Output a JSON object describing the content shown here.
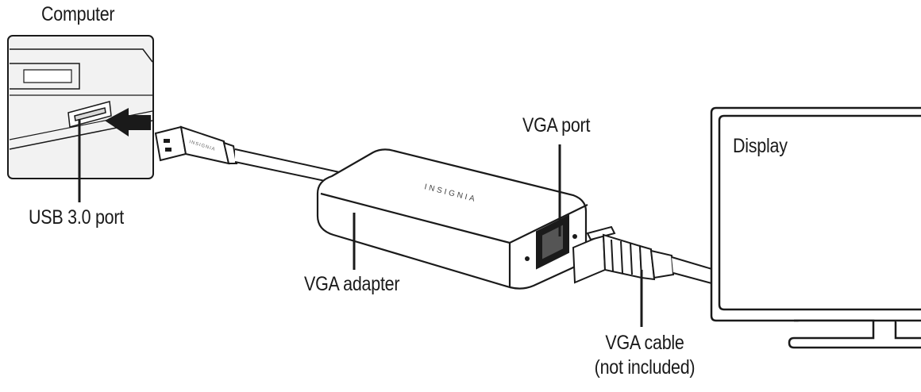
{
  "labels": {
    "computer": "Computer",
    "usb_port": "USB 3.0 port",
    "vga_port": "VGA port",
    "display": "Display",
    "vga_adapter": "VGA adapter",
    "vga_cable_line1": "VGA cable",
    "vga_cable_line2": "(not included)"
  },
  "branding": {
    "adapter_logo": "INSIGNIA",
    "plug_logo": "INSIGNIA"
  },
  "icons": {
    "insert_arrow": "arrow-left-icon"
  },
  "colors": {
    "line": "#1a1a1a",
    "device_fill": "#ffffff",
    "inset_background": "#f2f2f2"
  }
}
